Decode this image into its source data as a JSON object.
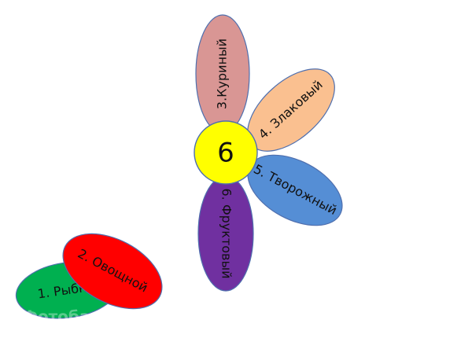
{
  "diagram": {
    "petals": [
      {
        "id": "kurinyj",
        "label": "3.Куриный",
        "color": "#d99694",
        "stroke": "#4f6fae"
      },
      {
        "id": "zlakovyj",
        "label": "4. Злаковый",
        "color": "#fac090",
        "stroke": "#4f6fae"
      },
      {
        "id": "tvorozhny",
        "label": "5. Творожный",
        "color": "#558ed5",
        "stroke": "#4f6fae"
      },
      {
        "id": "fruktovyj",
        "label": "6. Фруктовый",
        "color": "#7030a0",
        "stroke": "#4f6fae"
      }
    ],
    "center": {
      "label": "6",
      "color": "#ffff00",
      "stroke": "#4f6fae"
    },
    "fallen_petals": [
      {
        "id": "rybnyj",
        "label": "1. Рыбный",
        "color": "#00b050",
        "stroke": "#4f6fae"
      },
      {
        "id": "ovoshchn",
        "label": "2. Овощной",
        "color": "#ff0000",
        "stroke": "#4f6fae"
      }
    ],
    "watermark": "Фотобанк"
  }
}
